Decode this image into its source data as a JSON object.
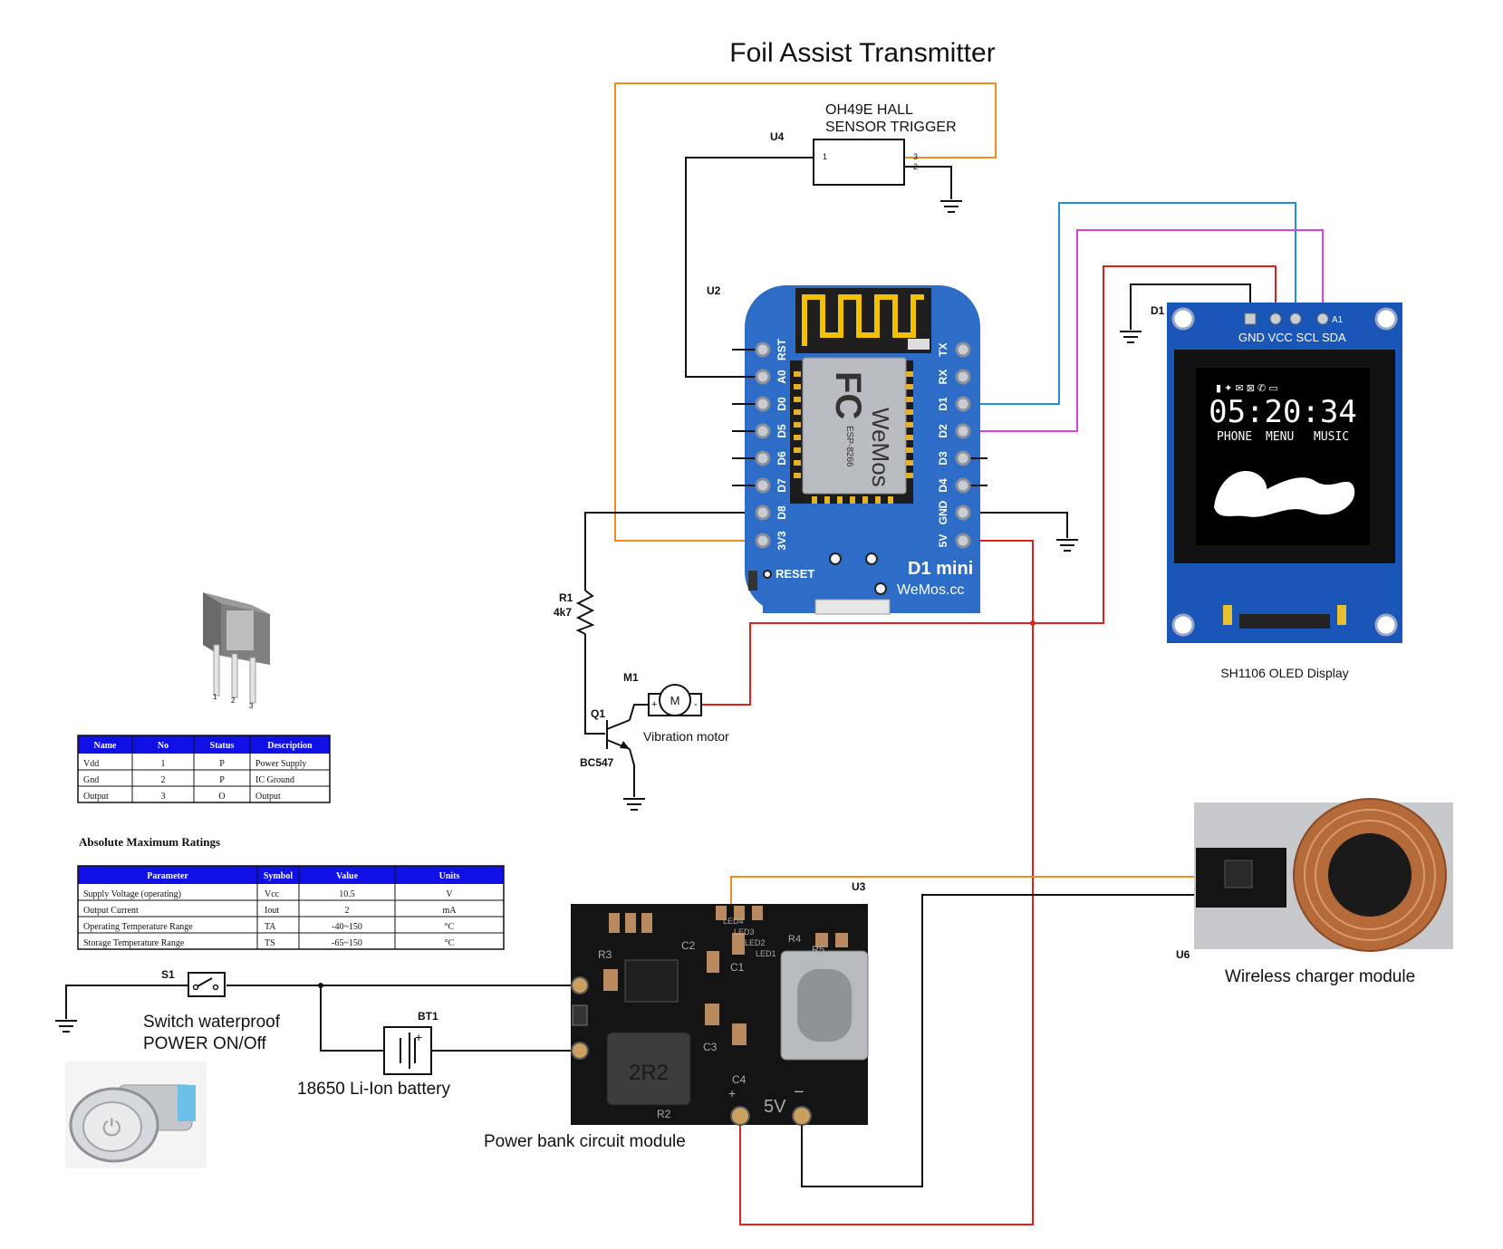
{
  "title": "Foil Assist Transmitter",
  "colors": {
    "wire_black": "#111111",
    "wire_orange": "#f28c1e",
    "wire_red": "#e0201c",
    "wire_blue": "#1e8fe0",
    "wire_magenta": "#e040e0",
    "d1mini_pcb": "#2d6cc7",
    "oled_pcb": "#1a55b8",
    "table_header": "#1010e6"
  },
  "u4": {
    "ref": "U4",
    "name_line1": "OH49E HALL",
    "name_line2": "SENSOR TRIGGER",
    "pin1": "1",
    "pin3": "3",
    "pin2": "2"
  },
  "u2": {
    "ref": "U2",
    "left_pins": [
      "RST",
      "A0",
      "D0",
      "D5",
      "D6",
      "D7",
      "D8",
      "3V3"
    ],
    "right_pins": [
      "TX",
      "RX",
      "D1",
      "D2",
      "D3",
      "D4",
      "GND",
      "5V"
    ],
    "reset_label": "RESET",
    "board_name": "D1 mini",
    "site": "WeMos.cc",
    "module_brand": "WeMos",
    "model": "ESP-8266",
    "fc": "FC"
  },
  "d1": {
    "ref": "D1",
    "pin_labels": "GND VCC SCL SDA",
    "pin_a1": "A1",
    "screen_time": "05:20:34",
    "screen_menu": [
      "PHONE",
      "MENU",
      "MUSIC"
    ],
    "caption": "SH1106 OLED Display"
  },
  "r1": {
    "ref": "R1",
    "value": "4k7"
  },
  "m1": {
    "ref": "M1",
    "symbol": "M",
    "caption": "Vibration motor",
    "plus": "+",
    "minus": "-"
  },
  "q1": {
    "ref": "Q1",
    "part": "BC547"
  },
  "sensor_pins": [
    "1",
    "2",
    "3"
  ],
  "pin_table": {
    "headers": [
      "Name",
      "No",
      "Status",
      "Description"
    ],
    "rows": [
      [
        "Vdd",
        "1",
        "P",
        "Power Supply"
      ],
      [
        "Gnd",
        "2",
        "P",
        "IC Ground"
      ],
      [
        "Output",
        "3",
        "O",
        "Output"
      ]
    ]
  },
  "ratings": {
    "title": "Absolute Maximum Ratings",
    "headers": [
      "Parameter",
      "Symbol",
      "Value",
      "Units"
    ],
    "rows": [
      [
        "Supply Voltage (operating)",
        "Vcc",
        "10.5",
        "V"
      ],
      [
        "Output Current",
        "Iout",
        "2",
        "mA"
      ],
      [
        "Operating Temperature Range",
        "TA",
        "-40~150",
        "°C"
      ],
      [
        "Storage Temperature Range",
        "TS",
        "-65~150",
        "°C"
      ]
    ]
  },
  "s1": {
    "ref": "S1",
    "caption_line1": "Switch waterproof",
    "caption_line2": "POWER ON/Off"
  },
  "bt1": {
    "ref": "BT1",
    "caption": "18650 Li-Ion battery",
    "plus": "+"
  },
  "u3": {
    "ref": "U3",
    "caption": "Power bank circuit module",
    "silk_inductor": "2R2",
    "silk_5v": "5V",
    "silk_minus": "−",
    "silk_plus": "+",
    "silk_c4": "C4",
    "silk_c3": "C3",
    "silk_r2": "R2",
    "silk_r3": "R3",
    "silk_c2": "C2",
    "silk_c1": "C1",
    "silk_led": [
      "LED4",
      "LED3",
      "LED2",
      "LED1"
    ],
    "silk_r4": "R4",
    "silk_r5": "R5"
  },
  "u6": {
    "ref": "U6",
    "caption": "Wireless charger module"
  }
}
